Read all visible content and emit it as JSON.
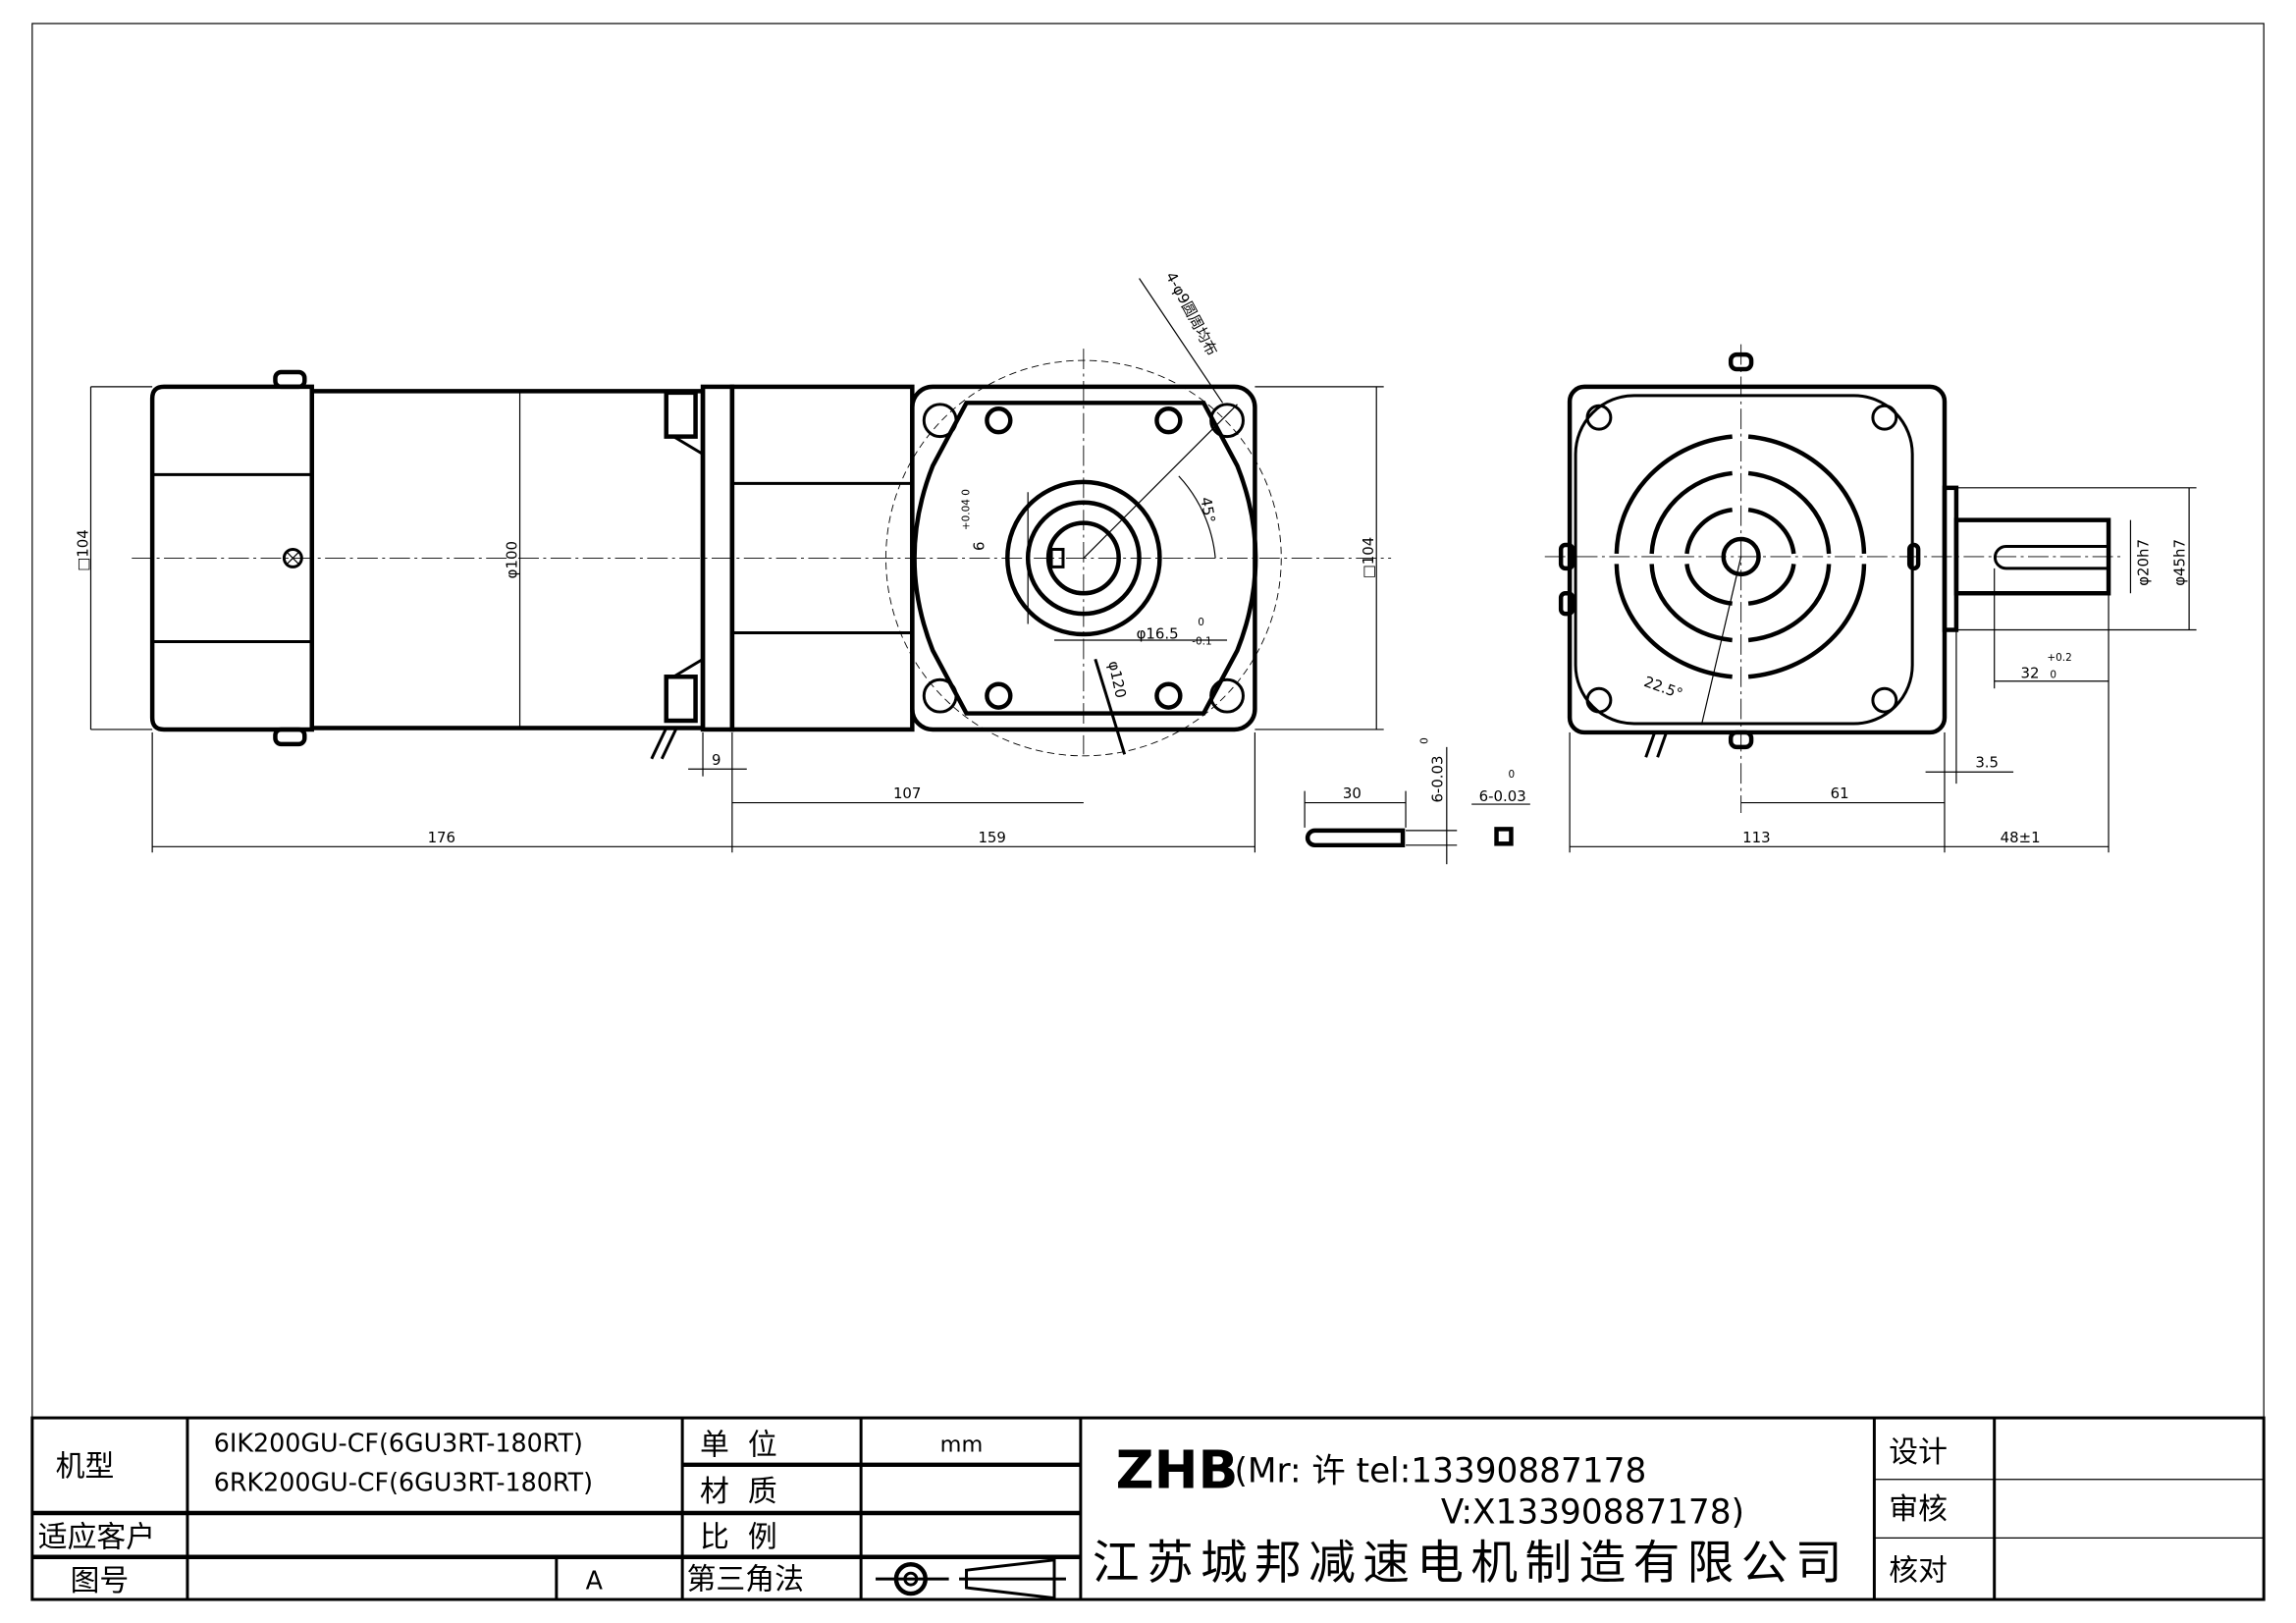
{
  "drawing": {
    "front_view_dims": {
      "body_square": "□104",
      "body_dia": "φ100",
      "flange_thk": "9",
      "motor_len": "176",
      "gear_len": "159",
      "shaft_pos": "107",
      "gear_square": "□104",
      "holes": "4-φ9圆周均布",
      "angle": "45°",
      "key_width": "6",
      "key_tol": "+0.04 0",
      "bore": "φ16.5",
      "bore_tol_upper": "0",
      "bore_tol_lower": "-0.1",
      "pcd": "φ120"
    },
    "key_dims": {
      "length": "30",
      "height": "6-0.03",
      "height_upper": "0",
      "width": "6-0.03",
      "width_upper": "0"
    },
    "side_view_dims": {
      "angle": "22.5°",
      "shaft_dia": "φ20h7",
      "pilot_dia": "φ45h7",
      "key_len": "32",
      "key_len_upper": "+0.2",
      "key_len_lower": "0",
      "pilot_thk": "3.5",
      "shaft_offset": "61",
      "body_len": "113",
      "shaft_len": "48±1"
    }
  },
  "title_block": {
    "model_label": "机型",
    "model_line1": "6IK200GU-CF(6GU3RT-180RT)",
    "model_line2": "6RK200GU-CF(6GU3RT-180RT)",
    "customer_label": "适应客户",
    "customer_value": "",
    "drawing_no_label": "图号",
    "drawing_no_value": "",
    "revision": "A",
    "unit_label": "单  位",
    "unit_value": "mm",
    "material_label": "材  质",
    "material_value": "",
    "scale_label": "比  例",
    "scale_value": "",
    "projection_label": "第三角法",
    "brand": "ZHB",
    "contact_line1": "(Mr: 许 tel:13390887178",
    "contact_line2": "V:X13390887178)",
    "company": "江苏城邦减速电机制造有限公司",
    "design_label": "设计",
    "review_label": "审核",
    "check_label": "核对"
  }
}
